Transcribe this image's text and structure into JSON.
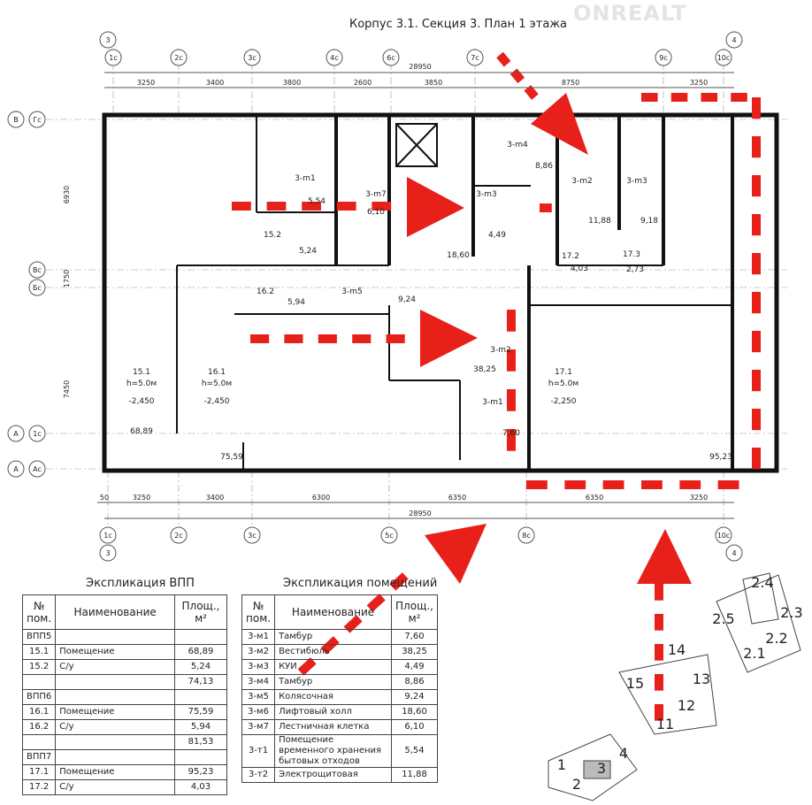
{
  "title": "Корпус 3.1. Секция 3. План 1 этажа",
  "watermark": "ONREALT",
  "axes": {
    "top_letters": [
      "1с",
      "2с",
      "3с",
      "4с",
      "6с",
      "7с",
      "9с",
      "10с"
    ],
    "bottom_letters": [
      "1с",
      "2с",
      "3с",
      "5с",
      "8с",
      "10с"
    ],
    "left": [
      "В",
      "Гс",
      "Вс",
      "Бс",
      "А",
      "1с",
      "А",
      "Ас"
    ],
    "corner_numbers": [
      "3",
      "4",
      "3",
      "4"
    ]
  },
  "dims_top": {
    "total": "28950",
    "parts": [
      "3250",
      "3400",
      "3800",
      "2600",
      "3850",
      "8750",
      "3250"
    ]
  },
  "dims_bottom": {
    "total": "28950",
    "parts": [
      "50",
      "3250",
      "3400",
      "6300",
      "6350",
      "6350",
      "3250"
    ]
  },
  "dims_left": [
    "6930",
    "1750",
    "7450"
  ],
  "rooms": [
    {
      "id": "3-m1",
      "area": "5,54"
    },
    {
      "id": "3-m7",
      "area": "6,10"
    },
    {
      "id": "3-m4",
      "area": "8,86"
    },
    {
      "id": "3-m3",
      "area": "4,49"
    },
    {
      "id": "3-m2",
      "area": "11,88"
    },
    {
      "id": "3-m3",
      "area": "9,18"
    },
    {
      "id": "15.2",
      "area": "5,24"
    },
    {
      "id": "16.2",
      "area": "5,94"
    },
    {
      "id": "3-m5",
      "area": "9,24"
    },
    {
      "id": "17.2",
      "area": "4,03"
    },
    {
      "id": "17.3",
      "area": "2,73"
    },
    {
      "id": "",
      "area": "18,60"
    },
    {
      "id": "15.1",
      "h": "h=5.0м",
      "level": "-2,450",
      "area": "68,89"
    },
    {
      "id": "16.1",
      "h": "h=5.0м",
      "level": "-2,450",
      "area": "75,59"
    },
    {
      "id": "17.1",
      "h": "h=5.0м",
      "level": "-2,250",
      "area": "95,23"
    },
    {
      "id": "3-m1",
      "area": "7,60"
    },
    {
      "id": "3-m2",
      "area": "38,25"
    }
  ],
  "table_vpp": {
    "title": "Экспликация ВПП",
    "headers": [
      "№ пом.",
      "Наименование",
      "Площ., м²"
    ],
    "rows": [
      [
        "ВПП5",
        "",
        ""
      ],
      [
        "15.1",
        "Помещение",
        "68,89"
      ],
      [
        "15.2",
        "С/у",
        "5,24"
      ],
      [
        "",
        "",
        "74,13"
      ],
      [
        "ВПП6",
        "",
        ""
      ],
      [
        "16.1",
        "Помещение",
        "75,59"
      ],
      [
        "16.2",
        "С/у",
        "5,94"
      ],
      [
        "",
        "",
        "81,53"
      ],
      [
        "ВПП7",
        "",
        ""
      ],
      [
        "17.1",
        "Помещение",
        "95,23"
      ],
      [
        "17.2",
        "С/у",
        "4,03"
      ]
    ]
  },
  "table_rooms": {
    "title": "Экспликация помещений",
    "headers": [
      "№ пом.",
      "Наименование",
      "Площ., м²"
    ],
    "rows": [
      [
        "3-м1",
        "Тамбур",
        "7,60"
      ],
      [
        "3-м2",
        "Вестибюль",
        "38,25"
      ],
      [
        "3-м3",
        "КУИ",
        "4,49"
      ],
      [
        "3-м4",
        "Тамбур",
        "8,86"
      ],
      [
        "3-м5",
        "Колясочная",
        "9,24"
      ],
      [
        "3-м6",
        "Лифтовый холл",
        "18,60"
      ],
      [
        "3-м7",
        "Лестничная клетка",
        "6,10"
      ],
      [
        "3-т1",
        "Помещение временного хранения бытовых отходов",
        "5,54"
      ],
      [
        "3-т2",
        "Электрощитовая",
        "11,88"
      ]
    ]
  },
  "site_plan": {
    "labels": [
      "1",
      "2",
      "3",
      "4",
      "11",
      "12",
      "13",
      "14",
      "15",
      "2.1",
      "2.2",
      "2.3",
      "2.4",
      "2.5"
    ]
  },
  "colors": {
    "walls": "#111111",
    "arrows": "#e8201a"
  }
}
